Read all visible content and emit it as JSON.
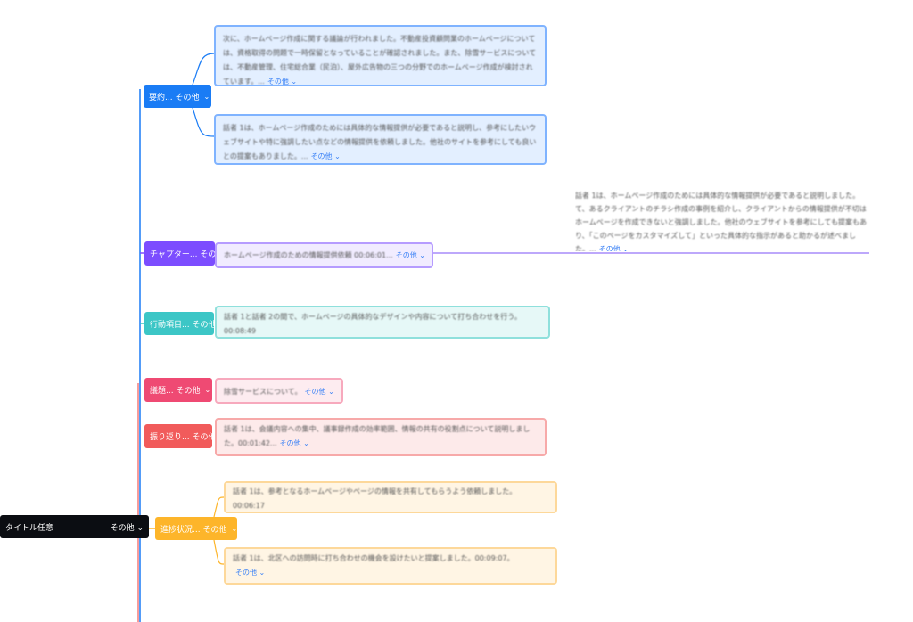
{
  "root": {
    "title": "タイトル任意",
    "more": "その他 ⌄"
  },
  "more_label": "その他 ⌄",
  "colors": {
    "summary": "#1a7cf5",
    "chapter": "#7c4dff",
    "action": "#3cc6c6",
    "agenda": "#ef4a73",
    "retro": "#f15b5b",
    "progress": "#fdb52a"
  },
  "nodes": {
    "summary": "要約... その他",
    "chapter": "チャプター... その他",
    "action": "行動項目... その他",
    "agenda": "議題... その他",
    "retro": "振り返り... その他",
    "progress": "進捗状況... その他"
  },
  "cards": {
    "summary1": "次に、ホームページ作成に関する議論が行われました。不動産投資顧問業のホームページについては、資格取得の問題で一時保留となっていることが確認されました。また、除雪サービスについては、不動産管理、住宅総合業（民泊）、屋外広告物の三つの分野でのホームページ作成が検討されています。...",
    "summary2": "話者 1は、ホームページ作成のためには具体的な情報提供が必要であると説明し、参考にしたいウェブサイトや特に強調したい点などの情報提供を依頼しました。他社のサイトを参考にしても良いとの提案もありました。...",
    "chapter": "ホームページ作成のための情報提供依頼 00:06:01...",
    "chapter_detail": "話者 1は、ホームページ作成のためには具体的な情報提供が必要であると説明しました。て、あるクライアントのチラシ作成の事例を紹介し、クライアントからの情報提供が不切はホームページを作成できないと強調しました。他社のウェブサイトを参考にしても提案もあり、「このページをカスタマイズして」といった具体的な指示があると助かるが述べました。...",
    "action": "話者 1と話者 2の間で、ホームページの具体的なデザインや内容について打ち合わせを行う。00:08:49",
    "agenda": "除雪サービスについて。",
    "retro": "話者 1は、会議内容への集中、議事録作成の効率範囲、情報の共有の役割点について説明しました。00:01:42...",
    "progress1": "話者 1は、参考となるホームページやページの情報を共有してもらうよう依頼しました。00:06:17",
    "progress2": "話者 1は、北区への訪問時に打ち合わせの機会を設けたいと提案しました。00:09:07。"
  }
}
